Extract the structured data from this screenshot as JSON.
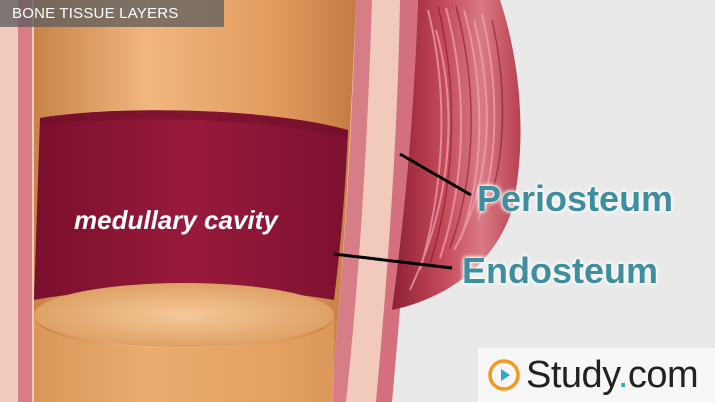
{
  "title": "BONE TISSUE LAYERS",
  "labels": {
    "cavity": "medullary cavity",
    "periosteum": "Periosteum",
    "endosteum": "Endosteum"
  },
  "brand": {
    "name": "Study",
    "dot": ".",
    "suffix": "com",
    "icon": "play-circle-icon"
  },
  "colors": {
    "marrow": "#8c1435",
    "bone": "#e0a064",
    "endosteum": "#d07a82",
    "muscle": "#b53a4a",
    "label": "#3d8fa0",
    "brand_accent": "#2aa9c9",
    "brand_orange": "#f39a21"
  }
}
